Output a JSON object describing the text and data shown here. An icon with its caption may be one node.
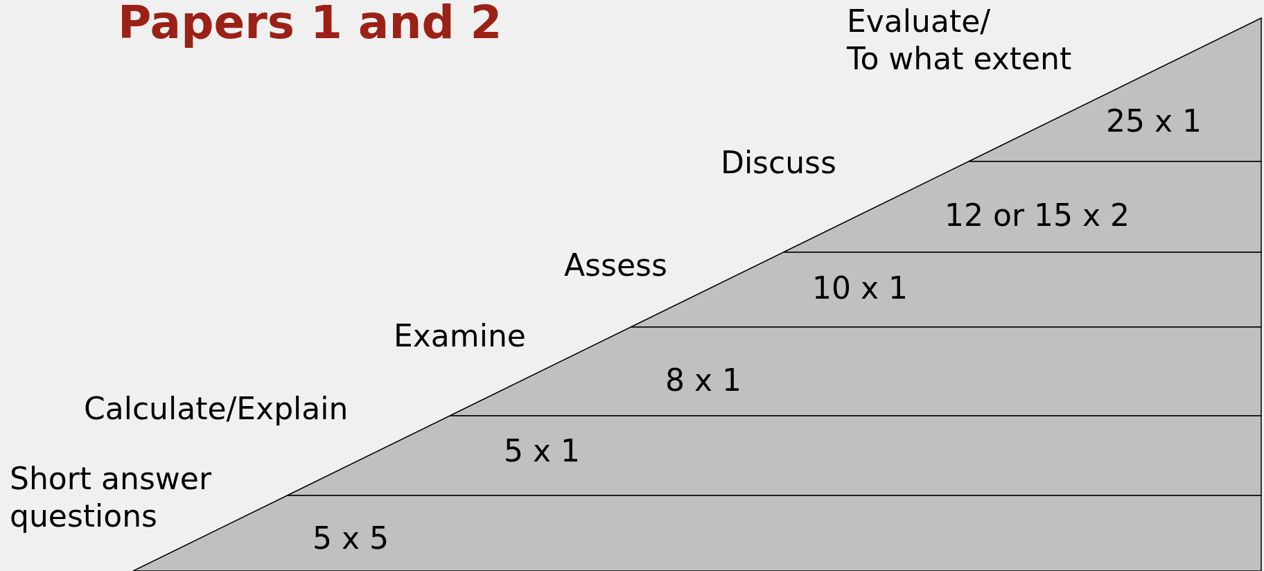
{
  "diagram": {
    "title": "Papers 1 and 2",
    "nodes": [
      {
        "text": [
          "Evaluate/ To what extent",
          "25 x 1"
        ]
      },
      {
        "text": [
          "Discuss",
          "12 or 15 x 2"
        ]
      },
      {
        "text": [
          "Assess",
          "10 x 1"
        ]
      },
      {
        "text": [
          "Examine",
          "8 x 1"
        ]
      },
      {
        "text": [
          "Calculate/Explain",
          "5 x 1"
        ]
      },
      {
        "text": [
          "Short answer questions",
          "5 x 5"
        ]
      }
    ]
  }
}
